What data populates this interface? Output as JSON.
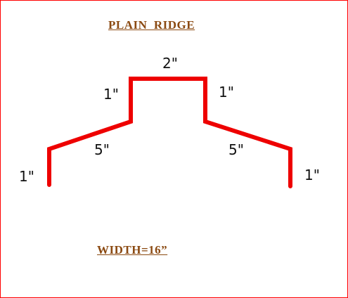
{
  "title": "PLAIN  RIDGE",
  "width_label": "WIDTH=16”",
  "colors": {
    "border": "#ff0000",
    "profile_line": "#ee0000",
    "heading_text": "#8b4a12",
    "dimension_text": "#111111"
  },
  "dimensions": {
    "top": "2\"",
    "left_riser": "1\"",
    "right_riser": "1\"",
    "left_slope": "5\"",
    "right_slope": "5\"",
    "left_hem": "1\"",
    "right_hem": "1\""
  }
}
